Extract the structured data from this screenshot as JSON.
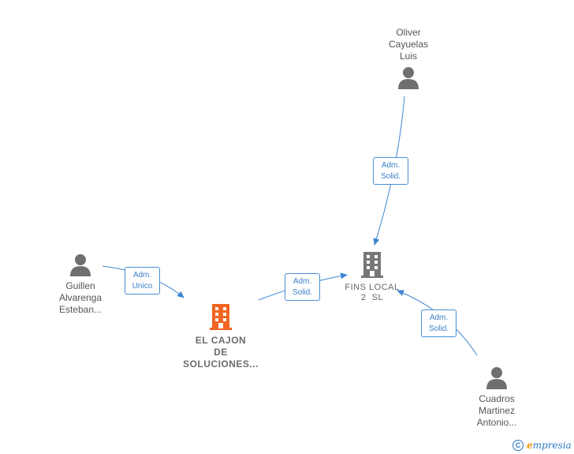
{
  "persons": [
    {
      "id": "oliver",
      "lines": [
        "Oliver",
        "Cayuelas",
        "Luis"
      ]
    },
    {
      "id": "guillen",
      "lines": [
        "Guillen",
        "Alvarenga",
        "Esteban..."
      ]
    },
    {
      "id": "cuadros",
      "lines": [
        "Cuadros",
        "Martinez",
        "Antonio..."
      ]
    }
  ],
  "companies": [
    {
      "id": "el-cajon",
      "lines": [
        "EL CAJON",
        "DE",
        "SOLUCIONES..."
      ],
      "color": "#f26522",
      "highlighted": true
    },
    {
      "id": "fins-local",
      "lines": [
        "FINS LOCAL",
        "2  SL"
      ],
      "color": "#777777",
      "highlighted": false
    }
  ],
  "relations": [
    {
      "from": "oliver",
      "to": "fins-local",
      "label": [
        "Adm.",
        "Solid."
      ]
    },
    {
      "from": "guillen",
      "to": "el-cajon",
      "label": [
        "Adm.",
        "Unico"
      ]
    },
    {
      "from": "el-cajon",
      "to": "fins-local",
      "label": [
        "Adm.",
        "Solid."
      ]
    },
    {
      "from": "cuadros",
      "to": "fins-local",
      "label": [
        "Adm.",
        "Solid."
      ]
    }
  ],
  "colors": {
    "edge": "#3f86d3",
    "person_icon": "#6f6f6f"
  },
  "brand": {
    "copyright": "C",
    "name_first": "e",
    "name_rest": "mpresia"
  }
}
